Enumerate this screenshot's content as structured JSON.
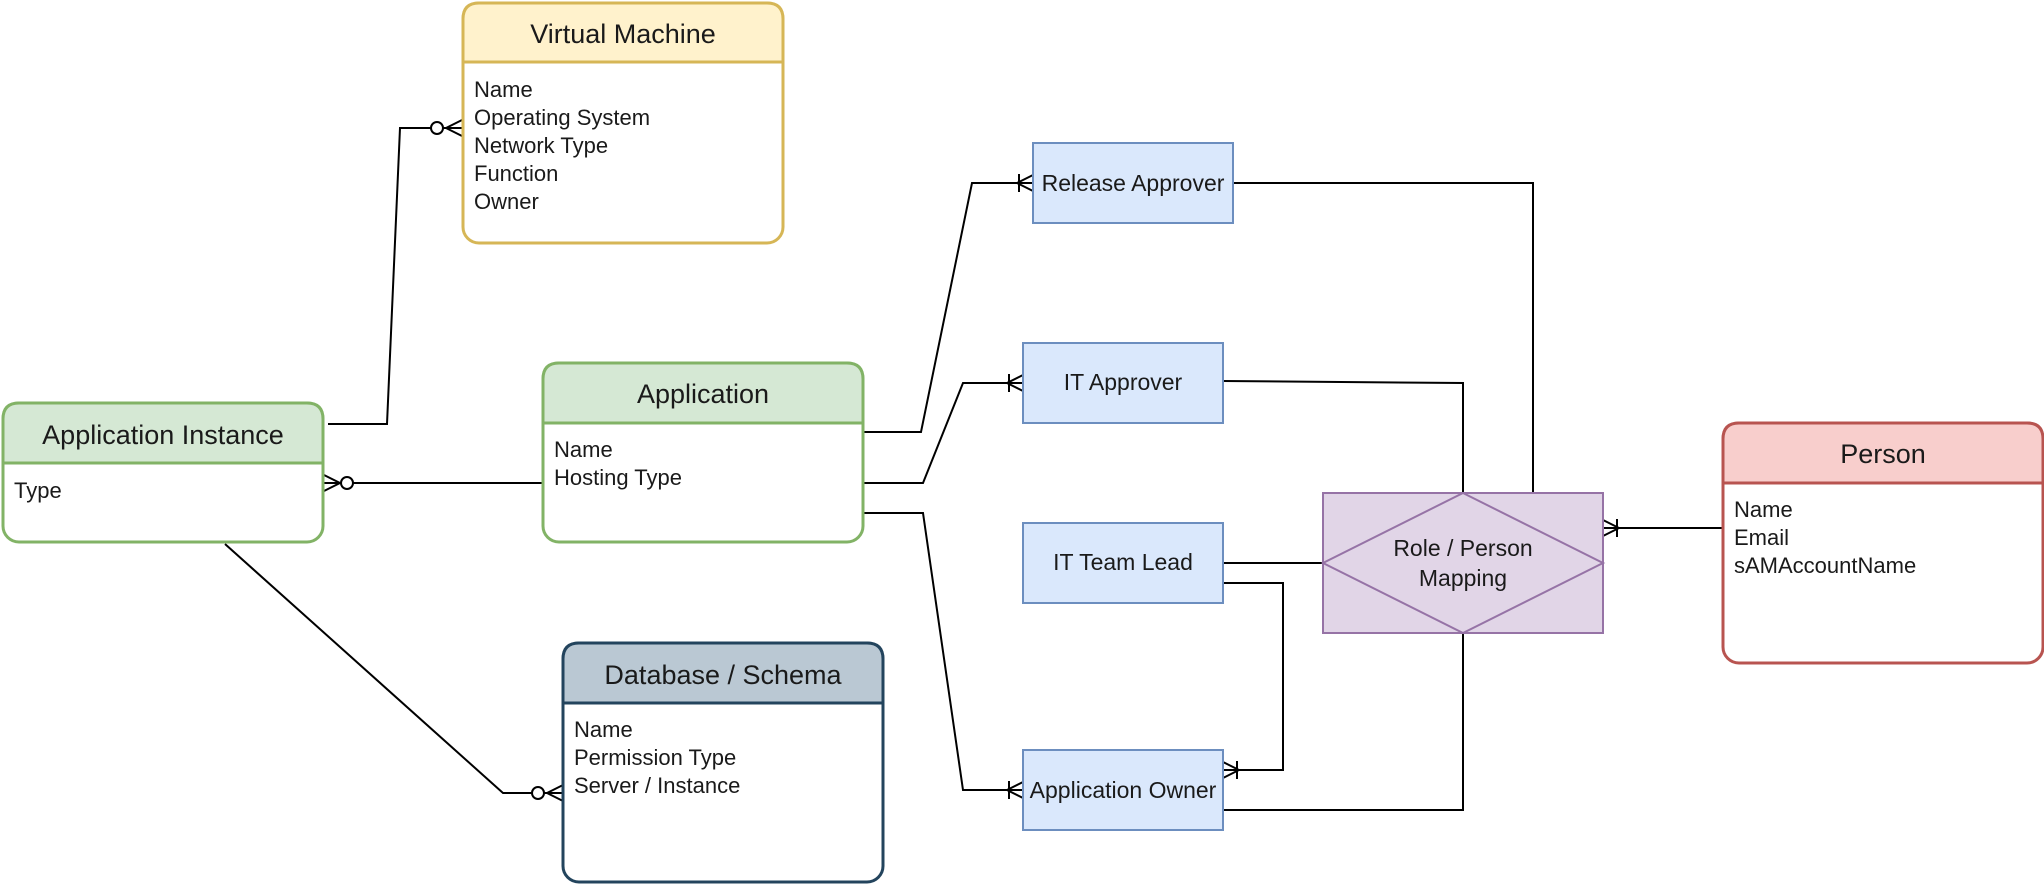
{
  "entities": {
    "virtual_machine": {
      "title": "Virtual Machine",
      "attributes": [
        "Name",
        "Operating System",
        "Network Type",
        "Function",
        "Owner"
      ],
      "header_color": "#fff2cc",
      "border_color": "#d6b656"
    },
    "application_instance": {
      "title": "Application Instance",
      "attributes": [
        "Type"
      ],
      "header_color": "#d5e8d4",
      "border_color": "#82b366"
    },
    "application": {
      "title": "Application",
      "attributes": [
        "Name",
        "Hosting Type"
      ],
      "header_color": "#d5e8d4",
      "border_color": "#82b366"
    },
    "database_schema": {
      "title": "Database / Schema",
      "attributes": [
        "Name",
        "Permission Type",
        "Server / Instance"
      ],
      "header_color": "#bac8d3",
      "border_color": "#23445d"
    },
    "person": {
      "title": "Person",
      "attributes": [
        "Name",
        "Email",
        "sAMAccountName"
      ],
      "header_color": "#f8cecc",
      "border_color": "#b85450"
    }
  },
  "roles": {
    "release_approver": {
      "label": "Release Approver"
    },
    "it_approver": {
      "label": "IT Approver"
    },
    "it_team_lead": {
      "label": "IT Team Lead"
    },
    "application_owner": {
      "label": "Application Owner"
    },
    "fill_color": "#dae8fc",
    "border_color": "#6c8ebf"
  },
  "relationship": {
    "label_line1": "Role / Person",
    "label_line2": "Mapping",
    "fill_color": "#e1d5e7",
    "border_color": "#9673a6"
  }
}
